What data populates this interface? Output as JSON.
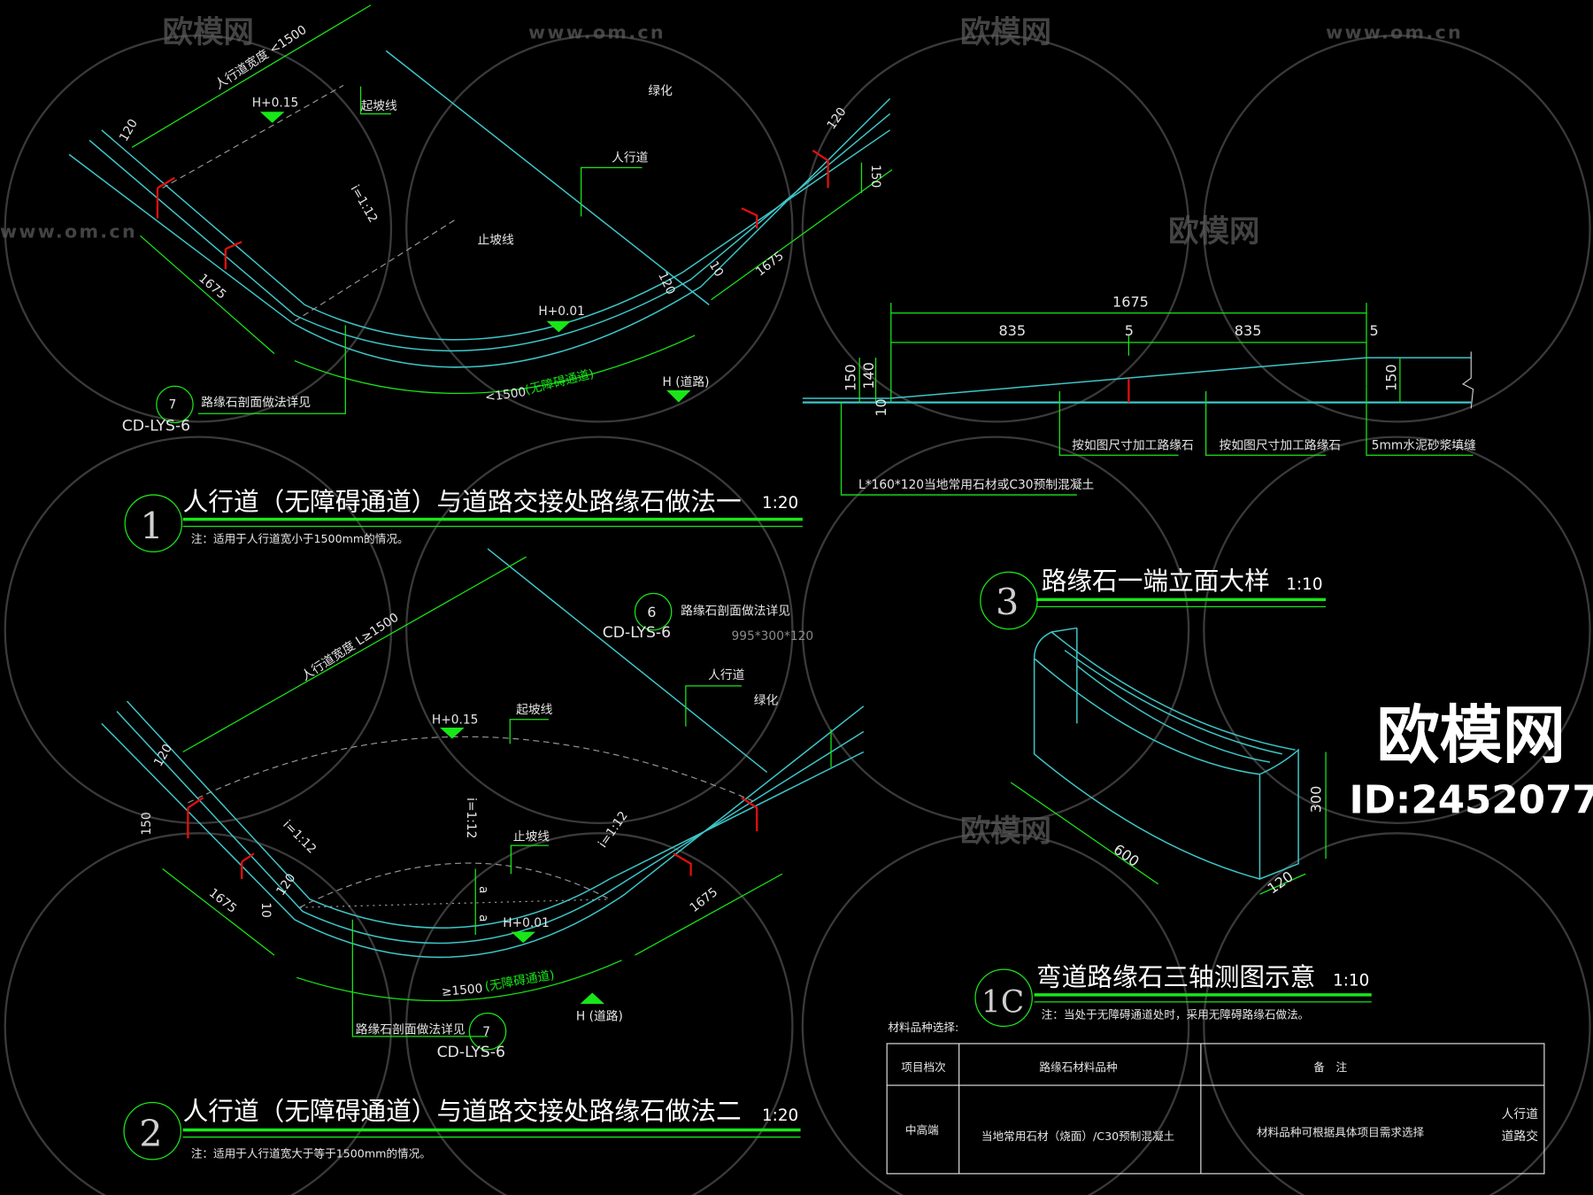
{
  "colors": {
    "background": "#000000",
    "curb_line": "#3ec6c9",
    "dimension": "#19e619",
    "cut_mark": "#e01010",
    "text": "#e6e6e6"
  },
  "watermark": {
    "brand": "欧模网",
    "url": "www.om.cn",
    "big_brand": "欧模网",
    "id": "ID:2452077"
  },
  "detail1": {
    "width_label": "人行道宽度 <1500",
    "h015": "H+0.15",
    "start_slope": "起坡线",
    "greening": "绿化",
    "sidewalk": "人行道",
    "slope": "i=1:12",
    "end_slope": "止坡线",
    "dims": [
      "120",
      "120",
      "150",
      "1675",
      "1675",
      "120",
      "10"
    ],
    "h001": "H+0.01",
    "arc_dim": "<1500",
    "arc_note": "(无障碍通道)",
    "h_road": "H (道路)",
    "ref_num": "7",
    "ref_text": "路缘石剖面做法详见",
    "ref_sheet": "CD-LYS-6",
    "number": "1",
    "title": "人行道（无障碍通道）与道路交接处路缘石做法一",
    "scale": "1:20",
    "note": "注：适用于人行道宽小于1500mm的情况。"
  },
  "detail3": {
    "dim_total": "1675",
    "dim_parts": [
      "835",
      "5",
      "835",
      "5"
    ],
    "dim_left": [
      "150",
      "140",
      "10"
    ],
    "dim_right": "150",
    "label_a": "按如图尺寸加工路缘石",
    "label_b": "按如图尺寸加工路缘石",
    "label_c": "5mm水泥砂浆填缝",
    "label_base": "L*160*120当地常用石材或C30预制混凝土",
    "number": "3",
    "title": "路缘石一端立面大样",
    "scale": "1:10"
  },
  "detail1c": {
    "dims": [
      "600",
      "300",
      "120"
    ],
    "number": "1C",
    "title": "弯道路缘石三轴测图示意",
    "scale": "1:10",
    "note": "注：当处于无障碍通道处时，采用无障碍路缘石做法。"
  },
  "materials": {
    "caption": "材料品种选择:",
    "headers": [
      "项目档次",
      "路缘石材料品种",
      "备　注"
    ],
    "rows": [
      [
        "中高端",
        "当地常用石材（烧面）/C30预制混凝土",
        "材料品种可根据具体项目需求选择"
      ]
    ],
    "edge_fragments": [
      "人行道",
      "道路交"
    ]
  },
  "detail2": {
    "width_label": "人行道宽度 L≥1500",
    "ref6_num": "6",
    "ref6_text": "路缘石剖面做法详见",
    "ref6_sheet": "CD-LYS-6",
    "ref6_size": "995*300*120",
    "sidewalk": "人行道",
    "greening": "绿化",
    "h015": "H+0.15",
    "start_slope": "起坡线",
    "slope": "i=1:12",
    "end_slope": "止坡线",
    "dims": [
      "120",
      "150",
      "1675",
      "120",
      "10",
      "1675"
    ],
    "a": "a",
    "h001": "H+0.01",
    "arc_dim": "≥1500",
    "arc_note": "(无障碍通道)",
    "h_road": "H (道路)",
    "ref7_text": "路缘石剖面做法详见",
    "ref7_num": "7",
    "ref7_sheet": "CD-LYS-6",
    "number": "2",
    "title": "人行道（无障碍通道）与道路交接处路缘石做法二",
    "scale": "1:20",
    "note": "注：适用于人行道宽大于等于1500mm的情况。"
  }
}
